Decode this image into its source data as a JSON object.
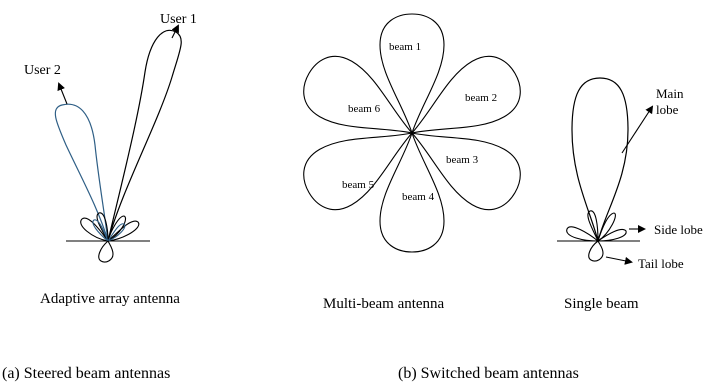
{
  "panel_a": {
    "antenna_caption": "Adaptive array antenna",
    "panel_caption": "(a) Steered beam antennas",
    "user1_label": "User 1",
    "user2_label": "User 2",
    "colors": {
      "user1_beam": "#000000",
      "user2_beam": "#2f5f86"
    }
  },
  "panel_b": {
    "panel_caption": "(b) Switched beam antennas",
    "multi_beam": {
      "caption": "Multi-beam antenna",
      "beams": [
        "beam 1",
        "beam 2",
        "beam 3",
        "beam 4",
        "beam 5",
        "beam 6"
      ]
    },
    "single_beam": {
      "caption": "Single beam",
      "main_lobe_label_line1": "Main",
      "main_lobe_label_line2": "lobe",
      "side_lobe_label": "Side lobe",
      "tail_lobe_label": "Tail lobe"
    }
  }
}
